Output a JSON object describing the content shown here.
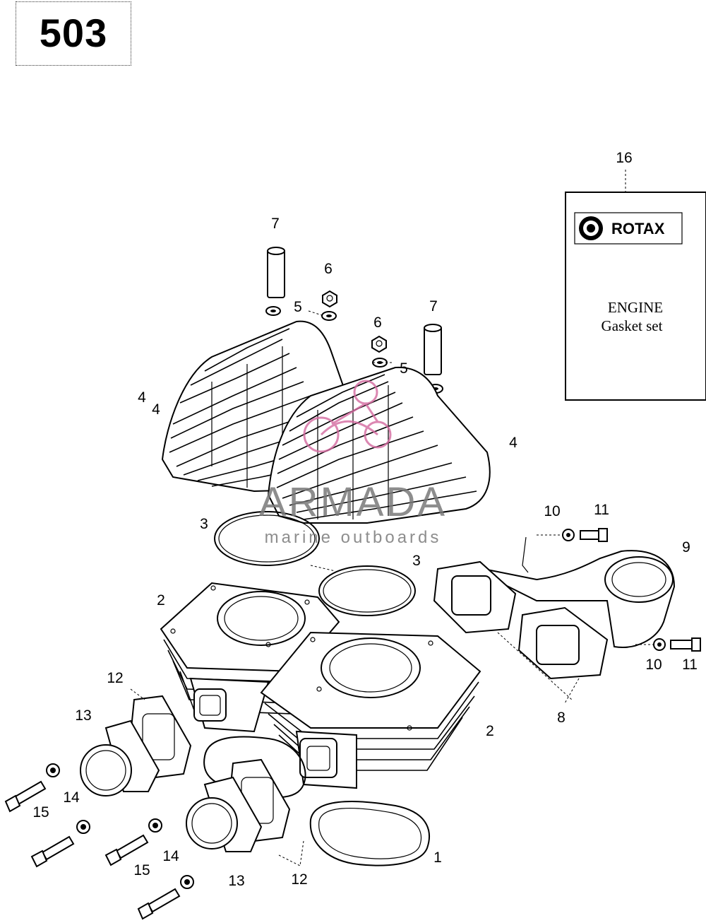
{
  "model_label": "503",
  "callouts": {
    "c1": "1",
    "c2a": "2",
    "c2b": "2",
    "c3a": "3",
    "c3b": "3",
    "c4a": "4",
    "c4b": "4",
    "c4c": "4",
    "c5a": "5",
    "c5b": "5",
    "c6a": "6",
    "c6b": "6",
    "c7a": "7",
    "c7b": "7",
    "c8": "8",
    "c9": "9",
    "c10a": "10",
    "c10b": "10",
    "c11a": "11",
    "c11b": "11",
    "c12a": "12",
    "c12b": "12",
    "c13a": "13",
    "c13b": "13",
    "c14a": "14",
    "c14b": "14",
    "c15a": "15",
    "c15b": "15",
    "c16": "16"
  },
  "gasket_set": {
    "brand": "ROTAX",
    "line1": "ENGINE",
    "line2": "Gasket set"
  },
  "watermark": {
    "title": "ARMADA",
    "subtitle": "marine outboards",
    "color": "#d46aa0"
  }
}
